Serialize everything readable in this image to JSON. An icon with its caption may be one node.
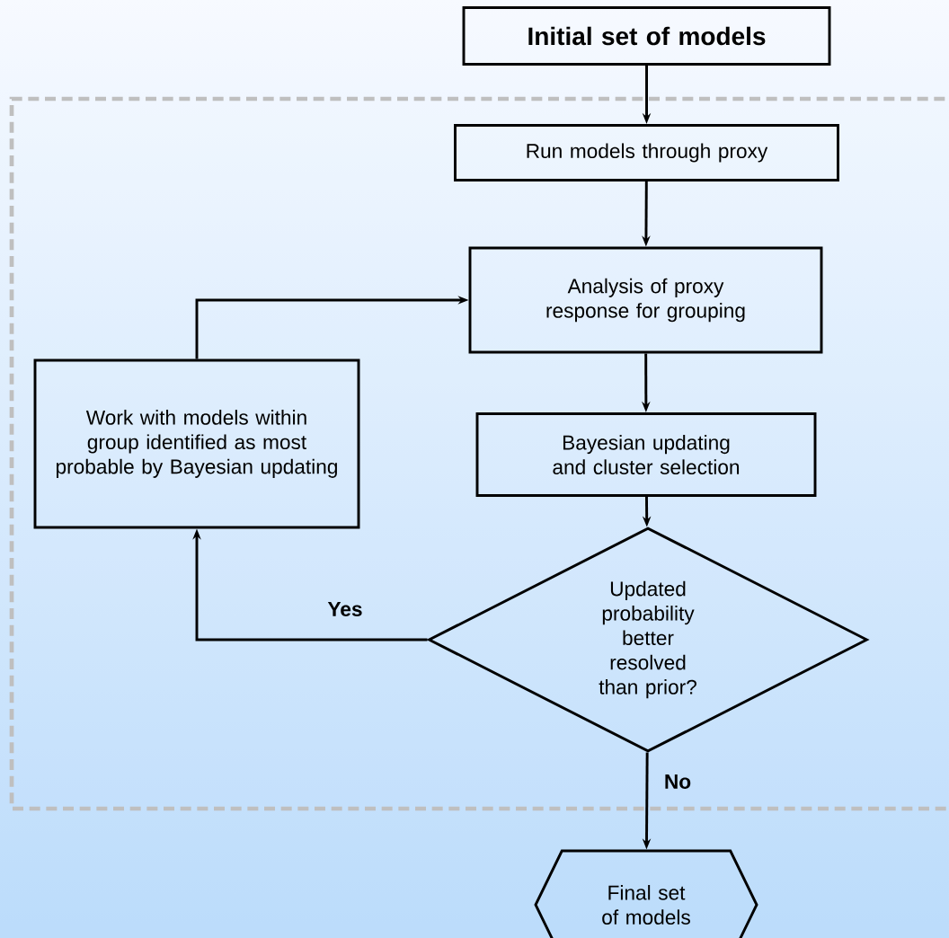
{
  "diagram": {
    "nodes": [
      {
        "text": [
          "Initial set of models"
        ]
      },
      {
        "text": [
          "Run models through proxy"
        ]
      },
      {
        "text": [
          "Analysis of proxy response for grouping"
        ]
      },
      {
        "text": [
          "Work with models within group identified as most probable by Bayesian updating"
        ]
      },
      {
        "text": [
          "Bayesian updating and cluster selection"
        ]
      },
      {
        "text": [
          "Updated probability better resolved than prior?"
        ]
      },
      {
        "text": [
          "Final set of models"
        ]
      }
    ],
    "edges": [
      {
        "from": 0,
        "to": 1,
        "arrow": "to"
      },
      {
        "from": 1,
        "to": 2,
        "arrow": "to"
      },
      {
        "from": 2,
        "to": 4,
        "arrow": "to"
      },
      {
        "from": 4,
        "to": 5,
        "arrow": "to"
      },
      {
        "from": 5,
        "to": 3,
        "arrow": "to",
        "label": "Yes"
      },
      {
        "from": 3,
        "to": 2,
        "arrow": "to"
      },
      {
        "from": 5,
        "to": 6,
        "arrow": "to",
        "label": "No"
      }
    ]
  }
}
